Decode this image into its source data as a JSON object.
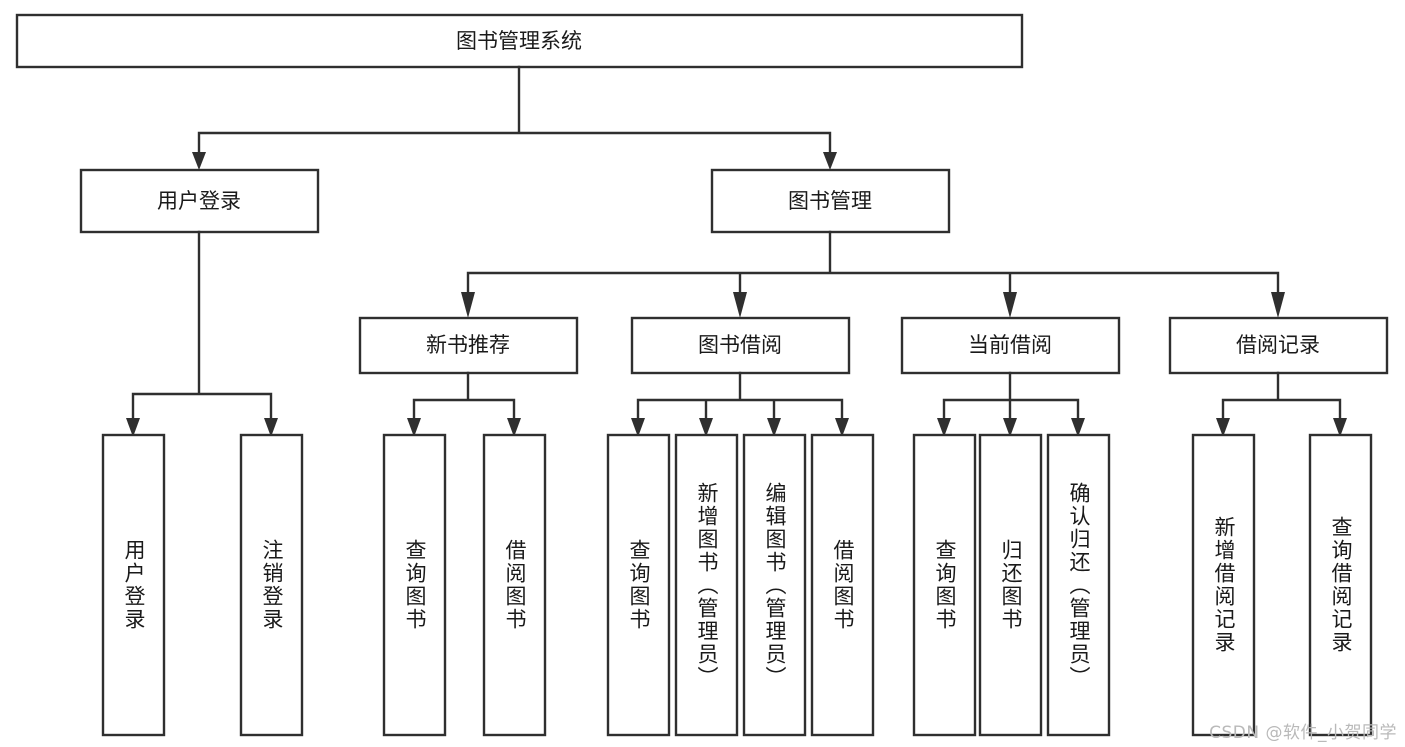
{
  "diagram": {
    "title": "图书管理系统",
    "type": "tree",
    "colors": {
      "box_stroke": "#2f2f2f",
      "box_fill": "#ffffff",
      "connector": "#2f2f2f",
      "text": "#1a1a1a",
      "watermark": "#b9b9b9"
    },
    "levels": {
      "root": {
        "label": "图书管理系统"
      },
      "level2": [
        {
          "label": "用户登录"
        },
        {
          "label": "图书管理"
        }
      ],
      "level3": [
        {
          "label": "新书推荐"
        },
        {
          "label": "图书借阅"
        },
        {
          "label": "当前借阅"
        },
        {
          "label": "借阅记录"
        }
      ],
      "leaves": {
        "user_login": [
          {
            "label": "用户登录"
          },
          {
            "label": "注销登录"
          }
        ],
        "new_book_recommend": [
          {
            "label": "查询图书"
          },
          {
            "label": "借阅图书"
          }
        ],
        "book_borrow": [
          {
            "label": "查询图书"
          },
          {
            "label": "新增图书（管理员）"
          },
          {
            "label": "编辑图书（管理员）"
          },
          {
            "label": "借阅图书"
          }
        ],
        "current_borrow": [
          {
            "label": "查询图书"
          },
          {
            "label": "归还图书"
          },
          {
            "label": "确认归还（管理员）"
          }
        ],
        "borrow_record": [
          {
            "label": "新增借阅记录"
          },
          {
            "label": "查询借阅记录"
          }
        ]
      }
    }
  },
  "watermark": {
    "text": "CSDN @软件_小贺同学"
  }
}
